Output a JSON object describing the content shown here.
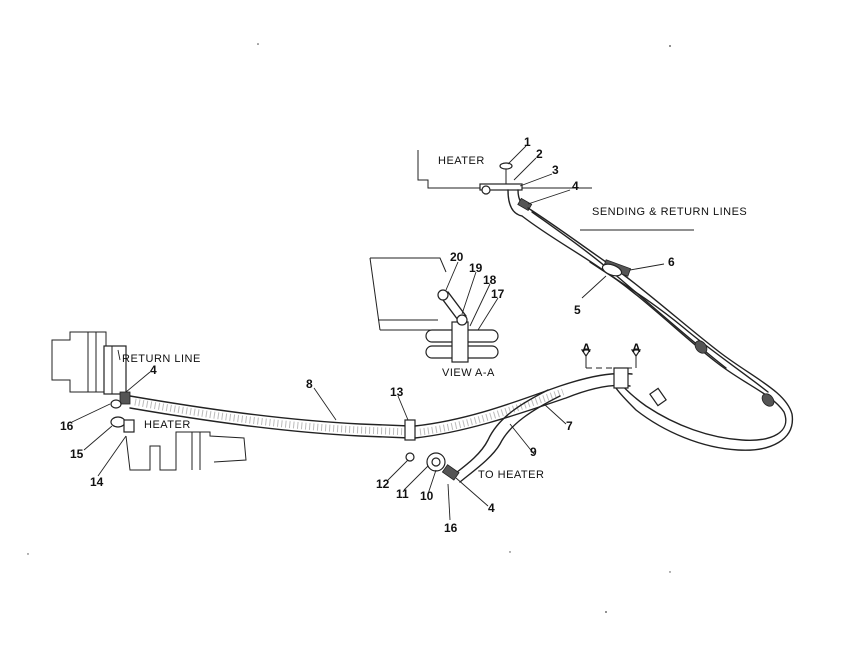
{
  "labels": {
    "heater_top": "HEATER",
    "sending_return": "SENDING & RETURN LINES",
    "return_line": "RETURN LINE",
    "heater_left": "HEATER",
    "to_heater": "TO HEATER",
    "view_aa": "VIEW A-A",
    "section_a_left": "A",
    "section_a_right": "A"
  },
  "callouts": [
    "1",
    "2",
    "3",
    "4",
    "5",
    "6",
    "4",
    "20",
    "19",
    "18",
    "17",
    "8",
    "13",
    "7",
    "9",
    "12",
    "11",
    "10",
    "4",
    "16",
    "16",
    "15",
    "14"
  ]
}
